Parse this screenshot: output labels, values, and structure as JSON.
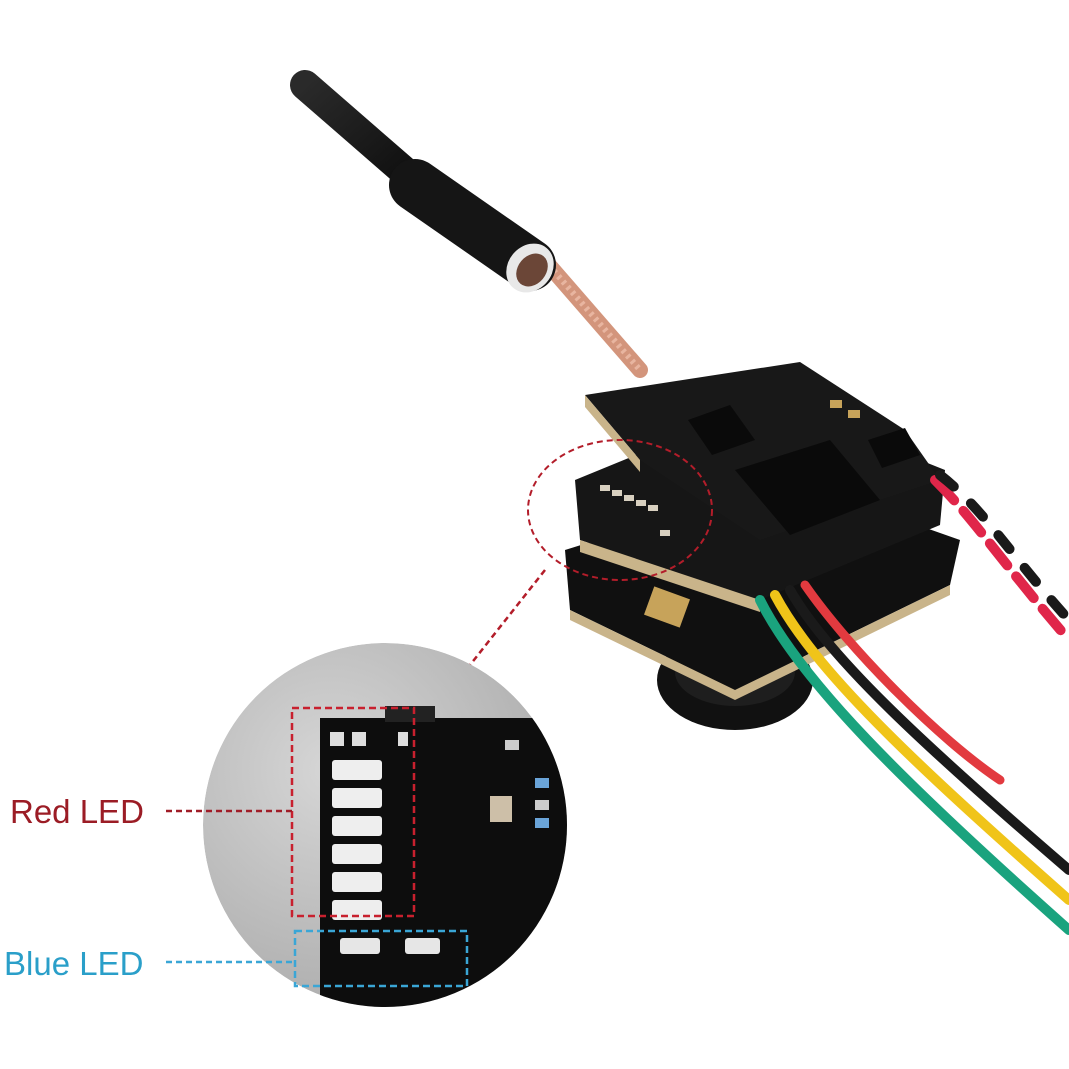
{
  "image": {
    "subject": "Micro FPV camera with video transmitter board",
    "background_color": "#ffffff"
  },
  "callouts": {
    "red_led": {
      "label": "Red LED",
      "color": "#9b1c25",
      "box_color": "#c8202e"
    },
    "blue_led": {
      "label": "Blue LED",
      "color": "#2a9fc9",
      "box_color": "#3aa6d6"
    }
  },
  "components": {
    "antenna": {
      "name": "antenna",
      "color": "#1c1c1c",
      "cable_color": "#d9a089"
    },
    "pcb": {
      "name": "pcb-stack",
      "color": "#141414"
    },
    "lens": {
      "name": "camera-lens",
      "color": "#111111"
    },
    "wires": [
      {
        "name": "green-wire",
        "color": "#1aa37e"
      },
      {
        "name": "yellow-wire",
        "color": "#f0c419"
      },
      {
        "name": "black-wire",
        "color": "#1a1a1a"
      },
      {
        "name": "red-wire",
        "color": "#e23a3f"
      }
    ],
    "twisted_pair": {
      "colors": [
        "#e0264a",
        "#1a1a1a"
      ]
    },
    "zoom_inset": {
      "name": "led-closeup-inset",
      "background": "#bdbdbd",
      "red_leds": 6,
      "blue_leds": 2
    }
  }
}
